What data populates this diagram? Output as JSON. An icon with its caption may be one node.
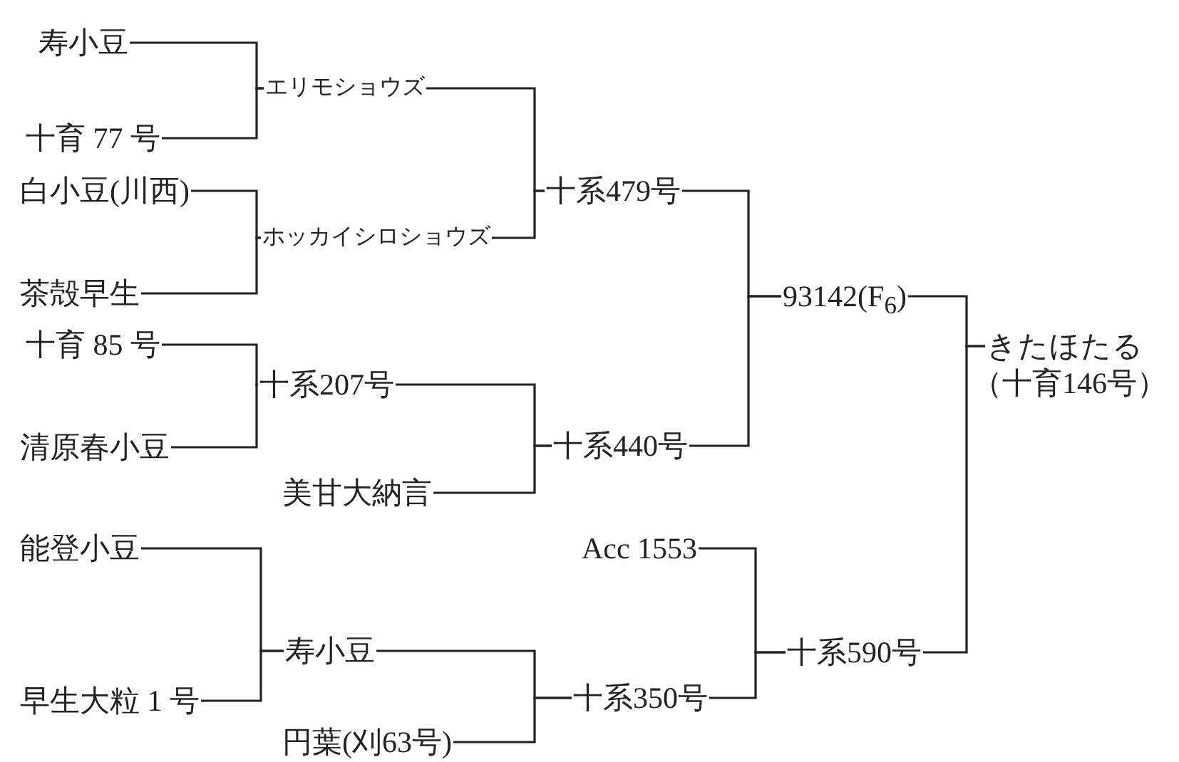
{
  "diagram": {
    "nodes": [
      {
        "text": [
          "寿小豆"
        ]
      },
      {
        "text": [
          "十育 77 号"
        ]
      },
      {
        "text": [
          "エリモショウズ"
        ]
      },
      {
        "text": [
          "白小豆(川西)"
        ]
      },
      {
        "text": [
          "茶殻早生"
        ]
      },
      {
        "text": [
          "ホッカイシロショウズ"
        ]
      },
      {
        "text": [
          "十系479号"
        ]
      },
      {
        "text": [
          "十育 85 号"
        ]
      },
      {
        "text": [
          "清原春小豆"
        ]
      },
      {
        "text": [
          "十系207号"
        ]
      },
      {
        "text": [
          "美甘大納言"
        ]
      },
      {
        "text": [
          "十系440号"
        ]
      },
      {
        "text": [
          "93142(F$_{6}$)"
        ]
      },
      {
        "text": [
          "能登小豆"
        ]
      },
      {
        "text": [
          "早生大粒 1 号"
        ]
      },
      {
        "text": [
          "寿小豆"
        ]
      },
      {
        "text": [
          "円葉(刈63号)"
        ]
      },
      {
        "text": [
          "Acc 1553"
        ]
      },
      {
        "text": [
          "十系350号"
        ]
      },
      {
        "text": [
          "十系590号"
        ]
      },
      {
        "text": [
          "きたほたる",
          "（十育146号）"
        ]
      }
    ],
    "edges": [
      {
        "from": 0,
        "to": 2,
        "arrow": "none"
      },
      {
        "from": 1,
        "to": 2,
        "arrow": "none"
      },
      {
        "from": 3,
        "to": 5,
        "arrow": "none"
      },
      {
        "from": 4,
        "to": 5,
        "arrow": "none"
      },
      {
        "from": 2,
        "to": 6,
        "arrow": "none"
      },
      {
        "from": 5,
        "to": 6,
        "arrow": "none"
      },
      {
        "from": 7,
        "to": 9,
        "arrow": "none"
      },
      {
        "from": 8,
        "to": 9,
        "arrow": "none"
      },
      {
        "from": 9,
        "to": 11,
        "arrow": "none"
      },
      {
        "from": 10,
        "to": 11,
        "arrow": "none"
      },
      {
        "from": 6,
        "to": 12,
        "arrow": "none"
      },
      {
        "from": 11,
        "to": 12,
        "arrow": "none"
      },
      {
        "from": 13,
        "to": 15,
        "arrow": "none"
      },
      {
        "from": 14,
        "to": 15,
        "arrow": "none"
      },
      {
        "from": 15,
        "to": 18,
        "arrow": "none"
      },
      {
        "from": 16,
        "to": 18,
        "arrow": "none"
      },
      {
        "from": 17,
        "to": 19,
        "arrow": "none"
      },
      {
        "from": 18,
        "to": 19,
        "arrow": "none"
      },
      {
        "from": 12,
        "to": 20,
        "arrow": "none"
      },
      {
        "from": 19,
        "to": 20,
        "arrow": "none"
      }
    ]
  }
}
